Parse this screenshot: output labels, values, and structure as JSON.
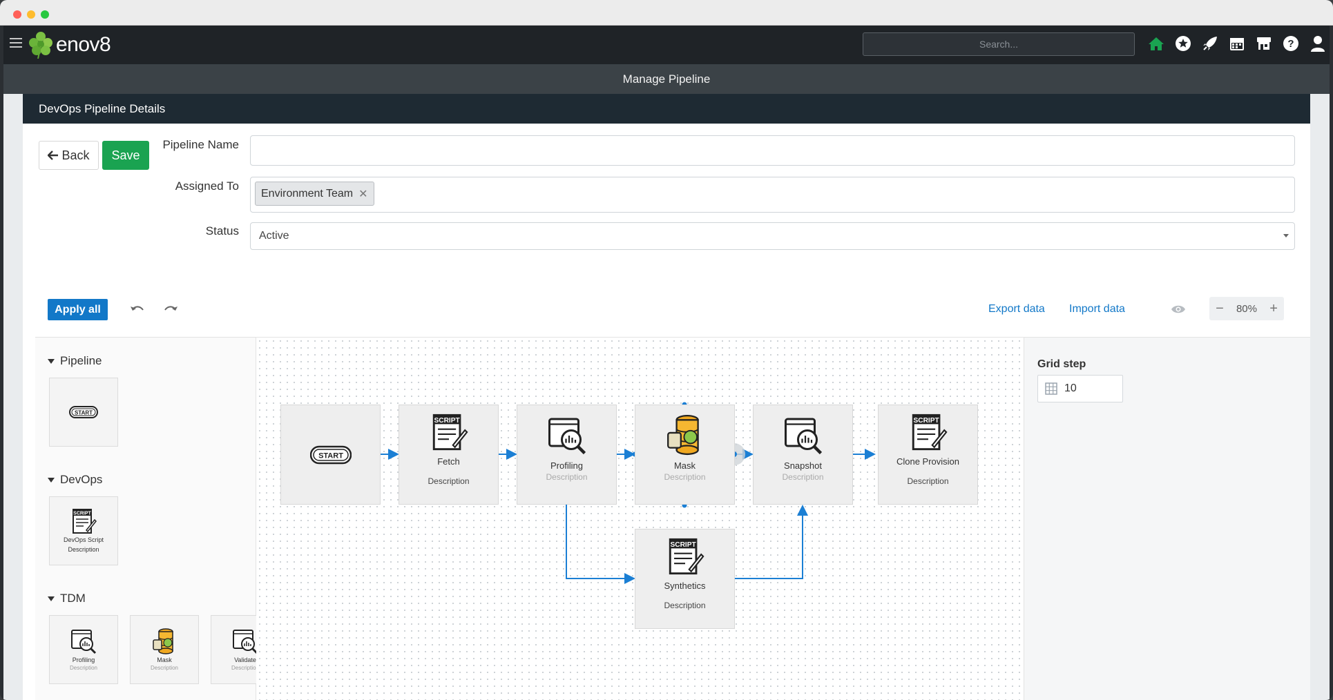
{
  "app": {
    "brand": "enov8",
    "search_placeholder": "Search...",
    "page_title": "Manage Pipeline",
    "nav_icons": [
      "home-icon",
      "star-icon",
      "rocket-icon",
      "calendar-icon",
      "store-icon",
      "help-icon",
      "user-icon"
    ]
  },
  "card": {
    "title": "DevOps Pipeline Details",
    "back_label": "Back",
    "save_label": "Save"
  },
  "form": {
    "pipeline_name_label": "Pipeline Name",
    "pipeline_name_value": "",
    "assigned_to_label": "Assigned To",
    "assigned_to_tags": [
      "Environment Team"
    ],
    "status_label": "Status",
    "status_value": "Active"
  },
  "toolbar": {
    "apply_all_label": "Apply all",
    "export_label": "Export data",
    "import_label": "Import data",
    "zoom_label": "80%",
    "zoom_minus": "−",
    "zoom_plus": "+"
  },
  "palette": {
    "groups": [
      {
        "title": "Pipeline",
        "items": [
          {
            "label": "START"
          }
        ]
      },
      {
        "title": "DevOps",
        "items": [
          {
            "label": "DevOps Script",
            "desc": "Description"
          }
        ]
      },
      {
        "title": "TDM",
        "items": [
          {
            "label": "Profiling",
            "desc": "Description"
          },
          {
            "label": "Mask",
            "desc": "Description"
          },
          {
            "label": "Validate",
            "desc": "Description"
          }
        ]
      }
    ]
  },
  "canvas": {
    "nodes": [
      {
        "id": "start",
        "label": "START"
      },
      {
        "id": "fetch",
        "label": "Fetch",
        "desc": "Description"
      },
      {
        "id": "profiling",
        "label": "Profiling",
        "desc": "Description"
      },
      {
        "id": "mask",
        "label": "Mask",
        "desc": "Description"
      },
      {
        "id": "snapshot",
        "label": "Snapshot",
        "desc": "Description"
      },
      {
        "id": "clone",
        "label": "Clone Provision",
        "desc": "Description"
      },
      {
        "id": "synthetics",
        "label": "Synthetics",
        "desc": "Description"
      }
    ]
  },
  "settings": {
    "grid_step_label": "Grid step",
    "grid_step_value": "10"
  },
  "colors": {
    "accent": "#1278c8",
    "save": "#1aa351",
    "navbar": "#1f2327",
    "connector": "#1b7fd4"
  }
}
